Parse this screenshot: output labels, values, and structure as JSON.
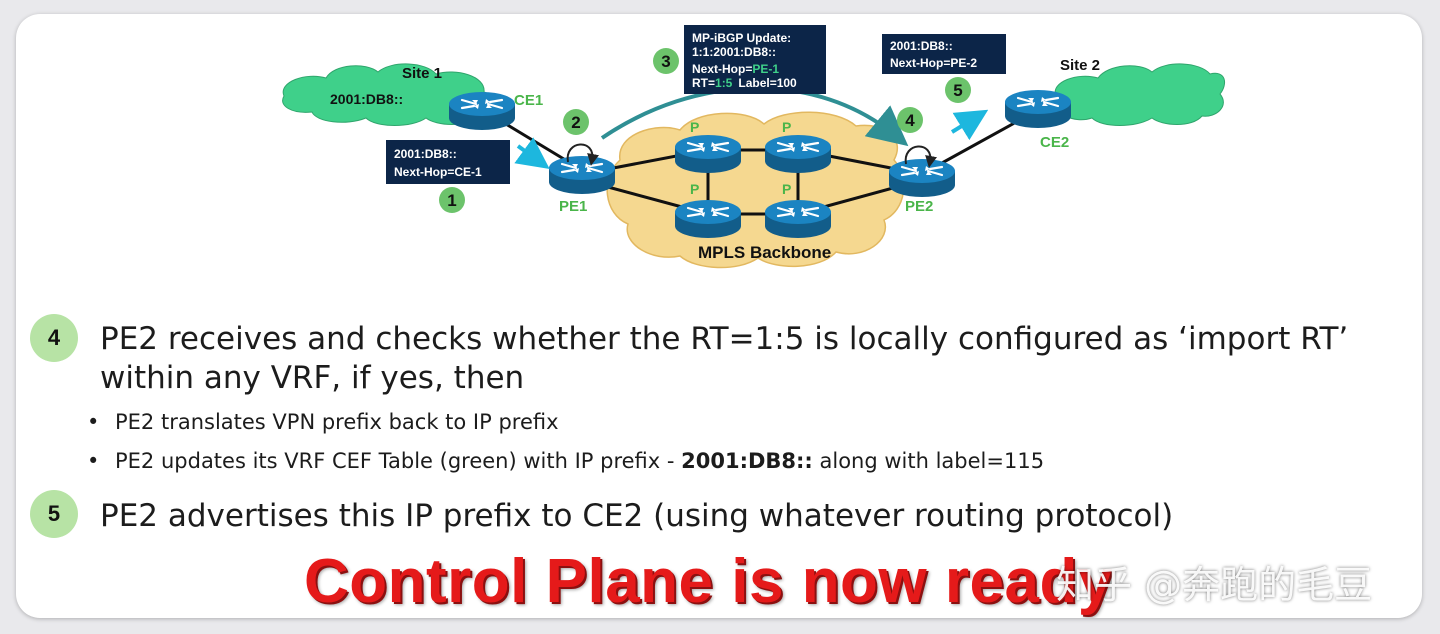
{
  "diagram": {
    "site1_label": "Site 1",
    "site2_label": "Site 2",
    "site1_prefix": "2001:DB8::",
    "ce1_label": "CE1",
    "ce2_label": "CE2",
    "pe1_label": "PE1",
    "pe2_label": "PE2",
    "p_label": "P",
    "backbone_label": "MPLS Backbone",
    "box1": {
      "line1": "2001:DB8::",
      "line2": "Next-Hop=CE-1"
    },
    "box3": {
      "line1": "MP-iBGP Update:",
      "line2": "1:1:2001:DB8::",
      "nh_prefix": "Next-Hop=",
      "nh_value": "PE-1",
      "rt_prefix": "RT=",
      "rt_value": "1:5",
      "label_text": "Label=100"
    },
    "box5": {
      "line1": "2001:DB8::",
      "line2": "Next-Hop=PE-2"
    },
    "markers": [
      "1",
      "2",
      "3",
      "4",
      "5"
    ],
    "colors": {
      "cloud_green": "#3fd08a",
      "backbone": "#f5d890",
      "router": "#1b84c2",
      "marker": "#6cc36b",
      "box": "#0c2548",
      "arrow_cyan": "#1db7de",
      "arrow_teal": "#2f8f94"
    }
  },
  "steps": [
    {
      "number": "4",
      "text_line1": "PE2 receives and checks whether the RT=1:5 is locally configured as ‘import RT’",
      "text_line2": "within any VRF, if yes, then"
    },
    {
      "number": "5",
      "text": "PE2 advertises this IP prefix to CE2 (using whatever routing protocol)"
    }
  ],
  "bullets": [
    {
      "text": "PE2 translates VPN prefix back to IP prefix"
    },
    {
      "pre": "PE2 updates its VRF CEF Table (green) with IP prefix - ",
      "bold": "2001:DB8::",
      "post": " along with label=115"
    }
  ],
  "bullet_char": "•",
  "banner": "Control Plane is now ready",
  "watermark": "知乎 @奔跑的毛豆"
}
